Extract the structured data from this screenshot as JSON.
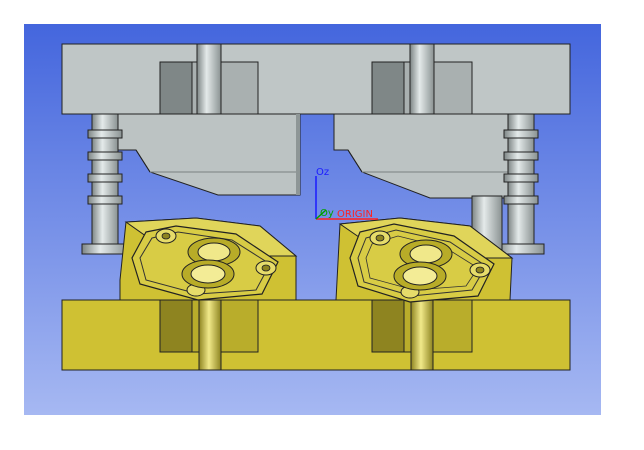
{
  "viewport": {
    "background_top": "#4466dd",
    "background_bottom": "#a6b8f2",
    "axis_z_label": "Oz",
    "axis_x_label": "ORIGIN",
    "axis_y_label": "Oy"
  },
  "colors": {
    "steel": "#bfc6c6",
    "steel_dark": "#838b8b",
    "steel_light": "#dfe5e5",
    "brass": "#cfc133",
    "brass_dark": "#8e8420",
    "brass_light": "#e6dc6a",
    "axis_z": "#1a1aff",
    "axis_x": "#ff2020",
    "axis_y": "#00a000"
  }
}
